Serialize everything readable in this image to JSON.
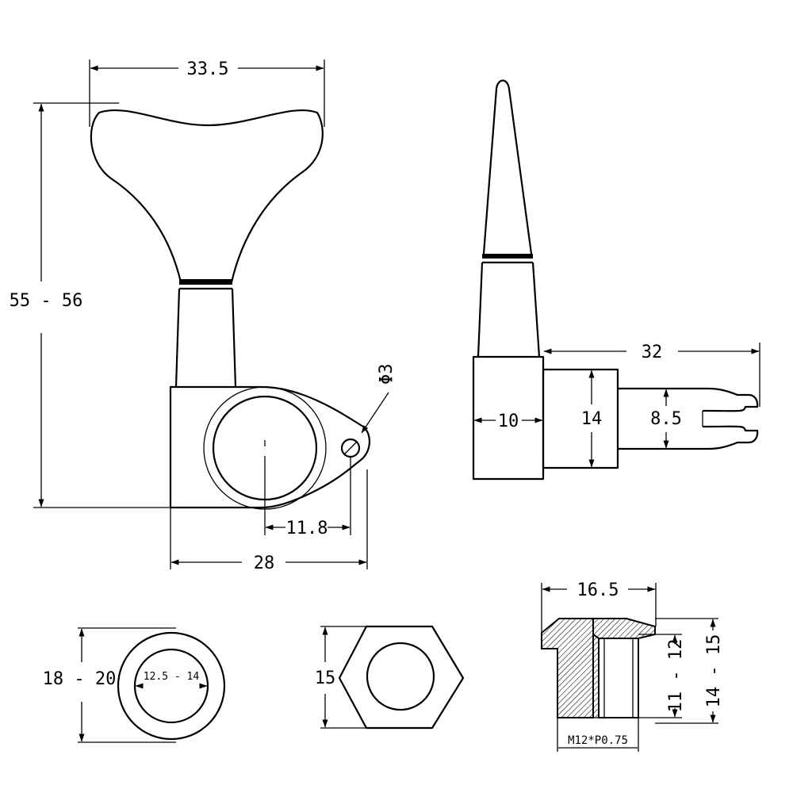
{
  "front_view": {
    "width_label": "33.5",
    "height_label": "55 - 56",
    "hole_label": "Φ3",
    "offset_label": "11.8",
    "base_width_label": "28"
  },
  "side_view": {
    "length_label": "32",
    "body_width_label": "10",
    "housing_label": "14",
    "post_label": "8.5"
  },
  "washer": {
    "outer_label": "18 - 20",
    "inner_label": "12.5 - 14"
  },
  "hex_nut": {
    "height_label": "15"
  },
  "bushing": {
    "flange_label": "16.5",
    "inner_height_label": "11 - 12",
    "outer_height_label": "14 - 15",
    "thread_label": "M12*P0.75"
  }
}
